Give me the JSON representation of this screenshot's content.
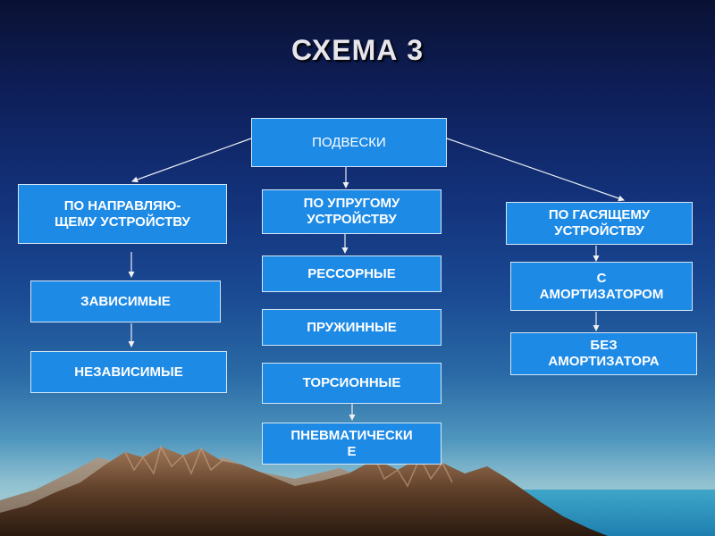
{
  "title": "СХЕМА 3",
  "colors": {
    "box_fill": "#1d8ae6",
    "box_border": "#d5e6f5",
    "text": "#ffffff",
    "title": "#e6e6ec"
  },
  "nodes": {
    "root": "ПОДВЕСКИ",
    "guide": "ПО НАПРАВЛЯЮ-\nЩЕМУ  УСТРОЙСТВУ",
    "dependent": "ЗАВИСИМЫЕ",
    "independent": "НЕЗАВИСИМЫЕ",
    "elastic": "ПО УПРУГОМУ\nУСТРОЙСТВУ",
    "leaf_spring": "РЕССОРНЫЕ",
    "coil_spring": "ПРУЖИННЫЕ",
    "torsion": "ТОРСИОННЫЕ",
    "pneumatic": "ПНЕВМАТИЧЕСКИ\nЕ",
    "damping": "ПО ГАСЯЩЕМУ\nУСТРОЙСТВУ",
    "with_shock": "С\nАМОРТИЗАТОРОМ",
    "without_shock": "БЕЗ\nАМОРТИЗАТОРА"
  }
}
